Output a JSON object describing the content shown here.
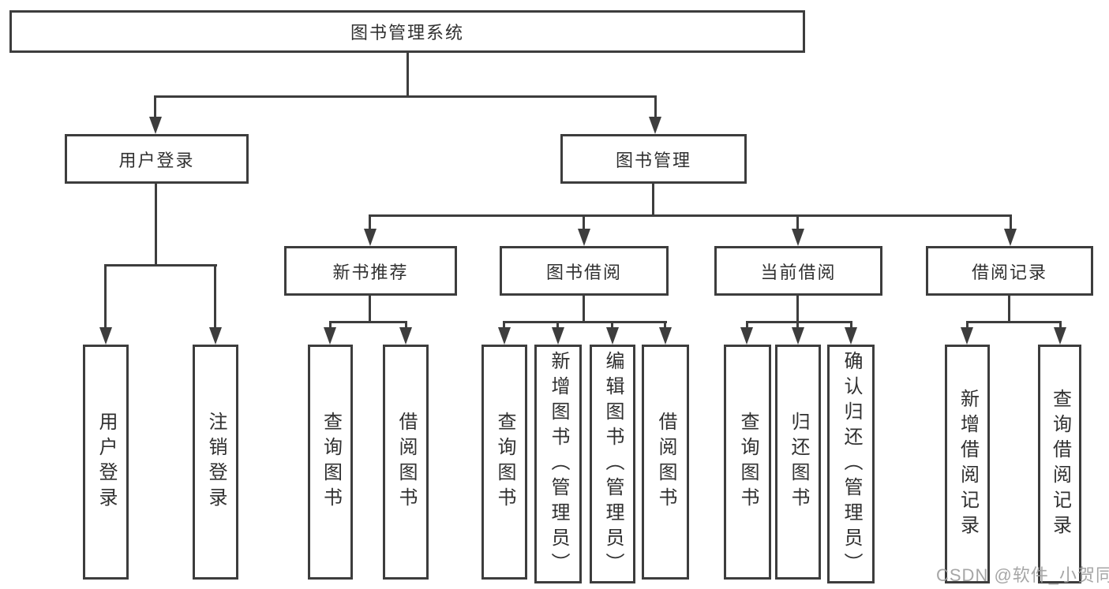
{
  "diagram": {
    "root": {
      "label": "图书管理系统"
    },
    "user_login": {
      "label": "用户登录",
      "children": [
        {
          "label": "用户登录"
        },
        {
          "label": "注销登录"
        }
      ]
    },
    "book_mgmt": {
      "label": "图书管理",
      "children": [
        {
          "label": "新书推荐",
          "children": [
            {
              "label": "查询图书"
            },
            {
              "label": "借阅图书"
            }
          ]
        },
        {
          "label": "图书借阅",
          "children": [
            {
              "label": "查询图书"
            },
            {
              "label": "新增图书（管理员）"
            },
            {
              "label": "编辑图书（管理员）"
            },
            {
              "label": "借阅图书"
            }
          ]
        },
        {
          "label": "当前借阅",
          "children": [
            {
              "label": "查询图书"
            },
            {
              "label": "归还图书"
            },
            {
              "label": "确认归还（管理员）"
            }
          ]
        },
        {
          "label": "借阅记录",
          "children": [
            {
              "label": "新增借阅记录"
            },
            {
              "label": "查询借阅记录"
            }
          ]
        }
      ]
    },
    "watermark": "CSDN @软件_小贺同学",
    "colors": {
      "line": "#3d3d3d",
      "text": "#303030",
      "background": "#ffffff",
      "watermark": "#9e9e9e"
    }
  }
}
